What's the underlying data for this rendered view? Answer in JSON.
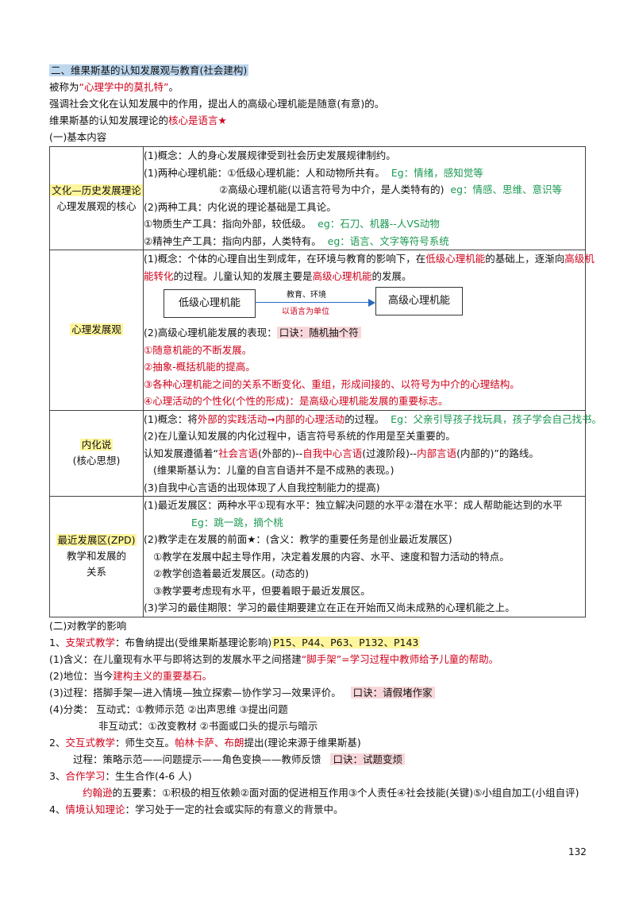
{
  "header": {
    "title": "二、维果斯基的认知发展观与教育(社会建构)",
    "called_prefix": "被称为",
    "called_value": "“心理学中的莫扎特”",
    "called_suffix": "。",
    "emphasis": "强调社会文化在认知发展中的作用，提出人的高级心理机能是随意(有意)的。",
    "core_prefix": "维果斯基的认知发展理论的",
    "core_value": "核心是语言★"
  },
  "section1": {
    "title": "(一)基本内容",
    "rows": [
      {
        "left_title": "文化—历史发展理论",
        "left_sub": "心理发展观的核心",
        "lines": {
          "l1": "(1)概念：人的身心发展规律受到社会历史发展规律制约。",
          "l2_text": "(1)两种心理机能：①低级心理机能：人和动物所共有。",
          "l2_eg": "Eg：情绪，感知觉等",
          "l3_text": "②高级心理机能(以语言符号为中介，是人类特有的)",
          "l3_eg": "eg：情感、思维、意识等",
          "l4": "(2)两种工具：内化说的理论基础是工具论。",
          "l5_text": "①物质生产工具：指向外部，较低级。",
          "l5_eg": "eg：石刀、机器--人VS动物",
          "l6_text": "②精神生产工具：指向内部，人类特有。",
          "l6_eg": "eg：语言、文字等符号系统"
        }
      },
      {
        "left_title": "心理发展观",
        "lines": {
          "l1_a": "(1)概念：个体的心理自出生到成年，在环境与教育的影响下，在",
          "l1_b": "低级心理机能",
          "l1_c": "的基础上，逐渐向",
          "l1_d": "高级机",
          "l2_a": "能转化",
          "l2_b": "的过程。儿童认知的发展主要是",
          "l2_c": "高级心理机能",
          "l2_d": "的发展。",
          "box_low": "低级心理机能",
          "box_high": "高级心理机能",
          "arrow_top": "教育、环境",
          "arrow_bottom": "以语言为单位",
          "l3_a": "(2)高级心理机能发展的表现：",
          "l3_mnemonic": "口诀：随机抽个符",
          "p1": "①随意机能的不断发展。",
          "p2": "②抽象-概括机能的提高。",
          "p3": "③各种心理机能之间的关系不断变化、重组，形成间接的、以符号为中介的心理结构。",
          "p4": "④心理活动的个性化(个性的形成)：是高级心理机能发展的重要标志。"
        }
      },
      {
        "left_title": "内化说",
        "left_sub": "(核心思想)",
        "lines": {
          "l1_a": "(1)概念：将",
          "l1_b": "外部的实践活动➞内部的心理活动",
          "l1_c": "的过程。",
          "l1_eg": "Eg：父亲引导孩子找玩具，孩子学会自己找书。",
          "l2": "(2)在儿童认知发展的内化过程中，语言符号系统的作用是至关重要的。",
          "l3_a": "认知发展遵循着“",
          "l3_b": "社会言语",
          "l3_c": "(外部的)--",
          "l3_d": "自我中心言语",
          "l3_e": "(过渡阶段)--",
          "l3_f": "内部言语",
          "l3_g": "(内部的)”的路线。",
          "l4": "(维果斯基认为：儿童的自言自语并不是不成熟的表现。)",
          "l5": "(3)自我中心言语的出现体现了人自我控制能力的提高)"
        }
      },
      {
        "left_title": "最近发展区(ZPD)",
        "left_sub1": "教学和发展的",
        "left_sub2": "关系",
        "lines": {
          "l1": "(1)最近发展区：两种水平①现有水平：独立解决问题的水平②潜在水平：成人帮助能达到的水平",
          "l2_eg": "Eg：跳一跳，摘个桃",
          "l3": "(2)教学走在发展的前面★：(含义：教学的重要任务是创业最近发展区)",
          "l4": "①教学在发展中起主导作用，决定着发展的内容、水平、速度和智力活动的特点。",
          "l5": "②教学创造着最近发展区。(动态的)",
          "l6": "③教学要考虑现有水平，但要着眼于最近发展区。",
          "l7": "(3)学习的最佳期限：学习的最佳期要建立在正在开始而又尚未成熟的心理机能之上。"
        }
      }
    ]
  },
  "section2": {
    "title": "(二)对教学的影响",
    "item1_a": "1、",
    "item1_b": "支架式教学",
    "item1_c": "：布鲁纳提出(受维果斯基理论影响)",
    "item1_pages": "P15、P44、P63、P132、P143",
    "item1_l1_a": "(1)含义：在儿童现有水平与即将达到的发展水平之间搭建",
    "item1_l1_b": "“脚手架”=学习过程中教师给予儿童的帮助。",
    "item1_l2_a": "(2)地位：当今",
    "item1_l2_b": "建构主义的重要基石。",
    "item1_l3_a": "(3)过程：搭脚手架—进入情境—独立探索—协作学习—效果评价。",
    "item1_l3_mnemonic": "口诀：请假堵作家",
    "item1_l4": "(4)分类：  互动式：①教师示范 ②出声思维 ③提出问题",
    "item1_l5": "非互动式：①改变教材 ②书面或口头的提示与暗示",
    "item2_a": "2、",
    "item2_b": "交互式教学",
    "item2_c": "：师生交互。",
    "item2_d": "帕林卡萨、布朗",
    "item2_e": "提出(理论来源于维果斯基)",
    "item2_l1": "过程：策略示范——问题提示——角色变换——教师反馈",
    "item2_l1_mnemonic": "口诀：试题变烦",
    "item3_a": "3、",
    "item3_b": "合作学习",
    "item3_c": "：生生合作(4-6 人)",
    "item3_l1_a": "约翰逊",
    "item3_l1_b": "的五要素：①积极的相互依赖②面对面的促进相互作用③个人责任④社会技能(关键)⑤小组自加工(小组自评)",
    "item4_a": "4、",
    "item4_b": "情境认知理论",
    "item4_c": "：学习处于一定的社会或实际的有意义的背景中。"
  },
  "footer": {
    "page_number": "132"
  },
  "colors": {
    "red": "#d0021b",
    "green": "#1a9850",
    "title_highlight": "#bdd7ee",
    "yellow_highlight": "#fff59d",
    "mnemonic_highlight": "#f8d7da"
  }
}
